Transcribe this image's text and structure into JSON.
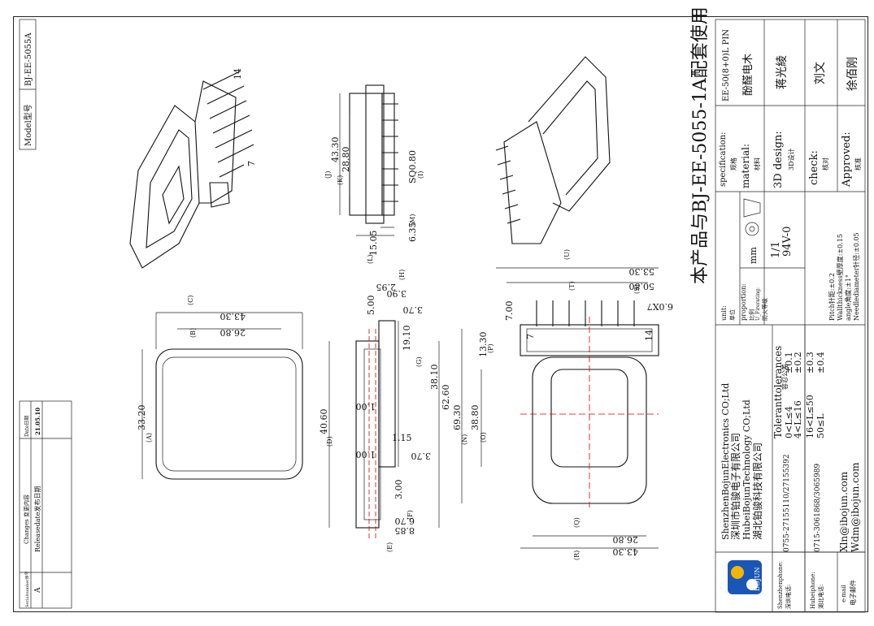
{
  "model_box": {
    "label": "Model型号",
    "value": "BJ-EE-5055A"
  },
  "changes": {
    "col_serial": "Serialnumber序号",
    "col_changes": "Changes 变更内容",
    "col_date": "Date日期",
    "row_serial": "A",
    "row_desc": "Releasedate发布日期",
    "row_date": "21.05.10"
  },
  "view_top": {
    "w": "43.30",
    "w_tag": "(C)",
    "inner": "26.80",
    "inner_tag": "(B)",
    "h": "33.20",
    "h_tag": "(A)"
  },
  "view_pins": {
    "pin_top": "14",
    "pin_bottom": "7",
    "d1": "43.30",
    "d1_tag": "(J)",
    "d2": "28.80",
    "d2_tag": "(K)",
    "sq": "SQ0.80",
    "sq_tag": "(I)",
    "d3": "6.35",
    "d3_tag": "(M)",
    "d4": "15.05",
    "d4_tag": "(L)"
  },
  "view_side": {
    "a": "3.90",
    "a_tag": "(H)",
    "b": "2.95",
    "c": "5.00",
    "d": "3.70",
    "e": "19.10",
    "e_tag": "(G)",
    "f": "38.10",
    "g": "62.60",
    "h": "1.00",
    "i": "40.60",
    "i_tag": "(D)",
    "j": "1.15",
    "k": "1.00",
    "l": "3.70",
    "m": "3.00",
    "m_tag": "(F)",
    "n": "6.70",
    "o": "8.85",
    "o_tag": "(E)"
  },
  "view_front": {
    "w1": "53.30",
    "w1_tag": "(U)",
    "w2": "50.80",
    "w2_tag": "(T)",
    "pitch": "6.0X7",
    "pitch_tag": "(S)",
    "a": "7.00",
    "b": "13.30",
    "b_tag": "(P)",
    "c": "69.30",
    "c_tag": "(N)",
    "d": "38.80",
    "d_tag": "(O)",
    "bot1": "26.80",
    "bot1_tag": "(Q)",
    "bot2": "43.30",
    "bot2_tag": "(R)",
    "pin_left": "7",
    "pin_right": "14"
  },
  "title_vertical": "本产品与BJ-EE-5055-1A配套使用",
  "title_block": {
    "spec_label": "specification:",
    "spec_cn": "规格",
    "spec_value": "EE-50(8+0)L PIN",
    "mat_label": "material:",
    "mat_cn": "材料",
    "mat_value": "酚醛电木",
    "design_label": "3D design:",
    "design_cn": "3D设计",
    "design_value": "蒋光綾",
    "check_label": "check:",
    "check_cn": "核对",
    "check_value": "刘文",
    "appr_label": "Approved:",
    "appr_cn": "核准",
    "appr_value": "徐佰刚",
    "unit_label": "unit:",
    "unit_cn": "单位",
    "unit_value": "mm",
    "prop_label": "proportion:",
    "prop_cn": "比例",
    "prop_value": "1/1",
    "ul_label": "U_Firerating:",
    "ul_cn": "防火等级",
    "ul_value": "94V-0"
  },
  "tolerances": {
    "title": "Toleranttolerances",
    "title_cn": "容忍公差",
    "rows": [
      {
        "range": "0<L≤4",
        "tol": "±0.1"
      },
      {
        "range": "4<L≤16",
        "tol": "±0.2"
      },
      {
        "range": "16<L≤50",
        "tol": "±0.3"
      },
      {
        "range": "50≤L",
        "tol": "±0.4"
      }
    ],
    "notes": [
      "Pitch针距:±0.2",
      "Wallthickness壁厚度:±0.15",
      "angle角度:±1°",
      "Needlediameter针径:±0.05"
    ]
  },
  "company": {
    "name_en1": "ShenzhenBojunElectronics CO;Ltd",
    "name_cn1": "深圳市铂骏电子有限公司",
    "name_en2": "HubeiBojunTechnology CO;Ltd",
    "name_cn2": "湖北铂骏科技有限公司",
    "logo_text": "BOJUN",
    "sz_phone_label": "Shenzhenphone:",
    "sz_phone_cn": "深圳电话:",
    "sz_phone": "0755-27155110/27155392",
    "hb_phone_label": "Hubeiphone:",
    "hb_phone_cn": "湖北电话:",
    "hb_phone": "0715-3061868/3065989",
    "email_label": "e-mail",
    "email_cn": "电子邮件",
    "email1": "Xln@ibojun.com",
    "email2": "Wdm@ibojun.com"
  },
  "colors": {
    "centerline": "#dd0000",
    "ink": "#111111",
    "logo_blue": "#1a56b8",
    "logo_yellow": "#f2b705"
  }
}
